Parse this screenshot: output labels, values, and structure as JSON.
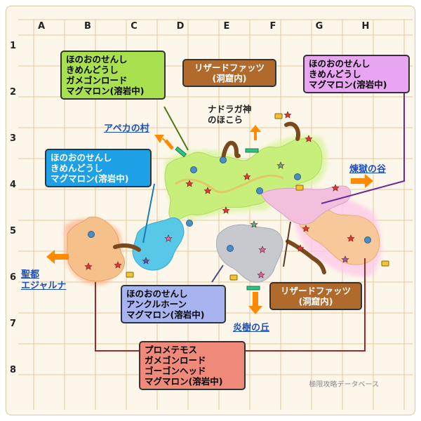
{
  "grid": {
    "columns": [
      "A",
      "B",
      "C",
      "D",
      "E",
      "F",
      "G",
      "H"
    ],
    "rows": [
      "1",
      "2",
      "3",
      "4",
      "5",
      "6",
      "7",
      "8"
    ]
  },
  "colors": {
    "grid_line": "#e6c79a",
    "region_green": "#c8ee7c",
    "region_blue": "#58c8e8",
    "region_orange": "#f5c089",
    "region_gray": "#c7c9cf",
    "region_pink": "#f2c0dd",
    "arrow": "#ff8a00",
    "cave_path": "#7a4a1c"
  },
  "map_markers": {
    "treasure": "treasure-chest-icon",
    "enemy": "star-icon",
    "save_point": "circle-icon",
    "door": "green-bar-icon"
  },
  "boxes": {
    "green": {
      "lines": [
        "ほのおのせんし",
        "きめんどうし",
        "ガメゴンロード",
        "マグマロン(溶岩中)"
      ]
    },
    "brown_top": {
      "lines": [
        "リザードファッツ",
        "(洞窟内)"
      ]
    },
    "violet": {
      "lines": [
        "ほのおのせんし",
        "きめんどうし",
        "マグマロン(溶岩中)"
      ]
    },
    "blue": {
      "lines": [
        "ほのおのせんし",
        "きめんどうし",
        "マグマロン(溶岩中)"
      ]
    },
    "periwinkle": {
      "lines": [
        "ほのおのせんし",
        "アンクルホーン",
        "マグマロン(溶岩中)"
      ]
    },
    "brown_bottom": {
      "lines": [
        "リザードファッツ",
        "(洞窟内)"
      ]
    },
    "salmon": {
      "lines": [
        "プロメテモス",
        "ガメゴンロード",
        "ゴーゴンヘッド",
        "マグマロン(溶岩中)"
      ]
    }
  },
  "places": {
    "apeka": "アペカの村",
    "rengoku": "煉獄の谷",
    "seito_1": "聖都",
    "seito_2": "エジャルナ",
    "enju": "炎樹の丘",
    "shrine_1": "ナドラガ神",
    "shrine_2": "のほこら"
  },
  "watermark": "極限攻略データベース"
}
